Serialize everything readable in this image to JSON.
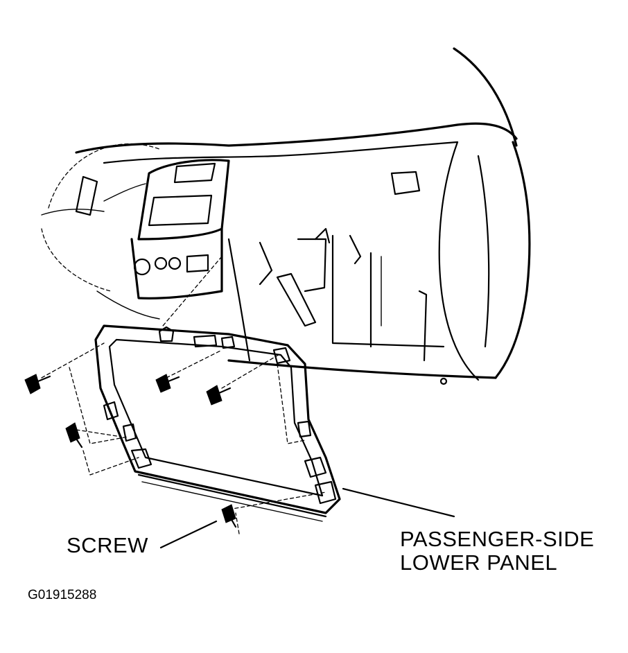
{
  "labels": {
    "screw": "SCREW",
    "panel_line1": "PASSENGER-SIDE",
    "panel_line2": "LOWER PANEL",
    "figure_id": "G01915288"
  }
}
